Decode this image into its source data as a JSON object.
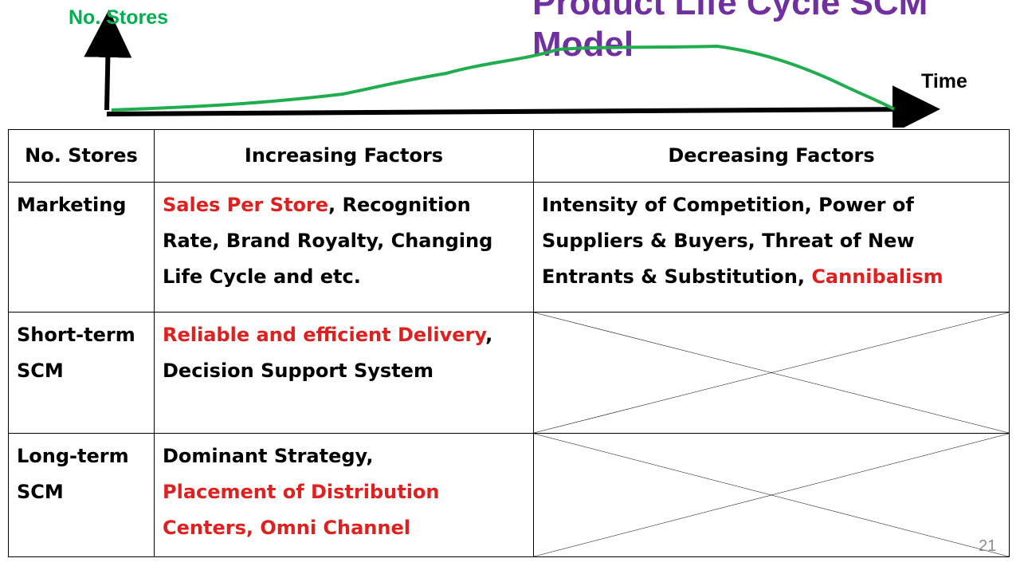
{
  "slide": {
    "title": "Product Life Cycle SCM\nModel",
    "page_number": "21"
  },
  "chart": {
    "ylabel": "No. Stores",
    "xlabel": "Time",
    "line_color": "#1fad4d"
  },
  "table": {
    "headers": [
      "No. Stores",
      "Increasing Factors",
      "Decreasing Factors"
    ],
    "rows": [
      {
        "label": "Marketing",
        "increasing": [
          {
            "text": "Sales Per Store",
            "highlight": true
          },
          {
            "text": ", Recognition Rate, Brand Royalty, Changing Life Cycle and etc.",
            "highlight": false
          }
        ],
        "decreasing": [
          {
            "text": "Intensity of Competition, Power of Suppliers & Buyers, Threat of New Entrants & Substitution, ",
            "highlight": false
          },
          {
            "text": "Cannibalism",
            "highlight": true
          }
        ]
      },
      {
        "label": "Short-term SCM",
        "increasing": [
          {
            "text": "Reliable and efficient Delivery",
            "highlight": true
          },
          {
            "text": ",",
            "highlight": false
          },
          {
            "text": "Decision Support System",
            "highlight": false,
            "newline": true
          }
        ],
        "decreasing": []
      },
      {
        "label": "Long-term SCM",
        "increasing": [
          {
            "text": "Dominant Strategy,",
            "highlight": false
          },
          {
            "text": "Placement of Distribution Centers, Omni Channel",
            "highlight": true,
            "newline": true
          }
        ],
        "decreasing": []
      }
    ]
  },
  "colors": {
    "title": "#7030a0",
    "highlight": "#e01f1f",
    "ylabel": "#00b050"
  }
}
